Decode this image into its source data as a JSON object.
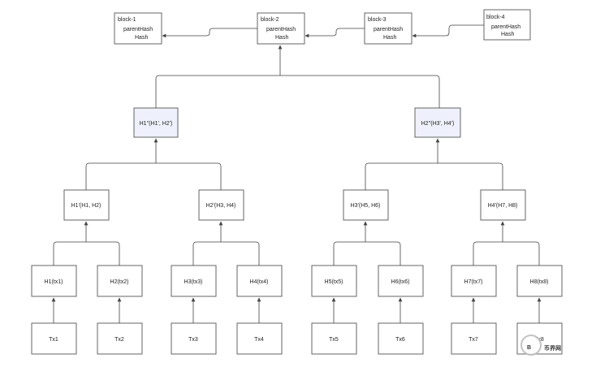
{
  "blocks": [
    {
      "id": "b1",
      "label": "block-1",
      "line1": "parentHash",
      "line2": "Hash"
    },
    {
      "id": "b2",
      "label": "block-2",
      "line1": "parentHash",
      "line2": "Hash"
    },
    {
      "id": "b3",
      "label": "block-3",
      "line1": "parentHash",
      "line2": "Hash"
    },
    {
      "id": "b4",
      "label": "block-4",
      "line1": "parentHash",
      "line2": "Hash"
    }
  ],
  "tree": {
    "root_children": [
      {
        "id": "l1a",
        "label": "H1''(H1', H2')",
        "highlight": true
      },
      {
        "id": "l1b",
        "label": "H2''(H3', H4')",
        "highlight": true
      }
    ],
    "level2": [
      {
        "id": "l2a",
        "label": "H1'(H1, H2)"
      },
      {
        "id": "l2b",
        "label": "H2'(H3, H4)"
      },
      {
        "id": "l2c",
        "label": "H3'(H5, H6)"
      },
      {
        "id": "l2d",
        "label": "H4'(H7, H8)"
      }
    ],
    "leaves": [
      {
        "id": "h1",
        "label": "H1(tx1)"
      },
      {
        "id": "h2",
        "label": "H2(tx2)"
      },
      {
        "id": "h3",
        "label": "H3(tx3)"
      },
      {
        "id": "h4",
        "label": "H4(tx4)"
      },
      {
        "id": "h5",
        "label": "H5(tx5)"
      },
      {
        "id": "h6",
        "label": "H6(tx6)"
      },
      {
        "id": "h7",
        "label": "H7(tx7)"
      },
      {
        "id": "h8",
        "label": "H8(tx8)"
      }
    ],
    "transactions": [
      {
        "id": "t1",
        "label": "Tx1"
      },
      {
        "id": "t2",
        "label": "Tx2"
      },
      {
        "id": "t3",
        "label": "Tx3"
      },
      {
        "id": "t4",
        "label": "Tx4"
      },
      {
        "id": "t5",
        "label": "Tx5"
      },
      {
        "id": "t6",
        "label": "Tx6"
      },
      {
        "id": "t7",
        "label": "Tx7"
      },
      {
        "id": "t8",
        "label": "Tx8"
      }
    ]
  },
  "watermark": {
    "glyph": "B",
    "text": "币界网"
  },
  "colors": {
    "highlight_fill": "#eef1fb",
    "stroke": "#555555",
    "line": "#444444"
  }
}
